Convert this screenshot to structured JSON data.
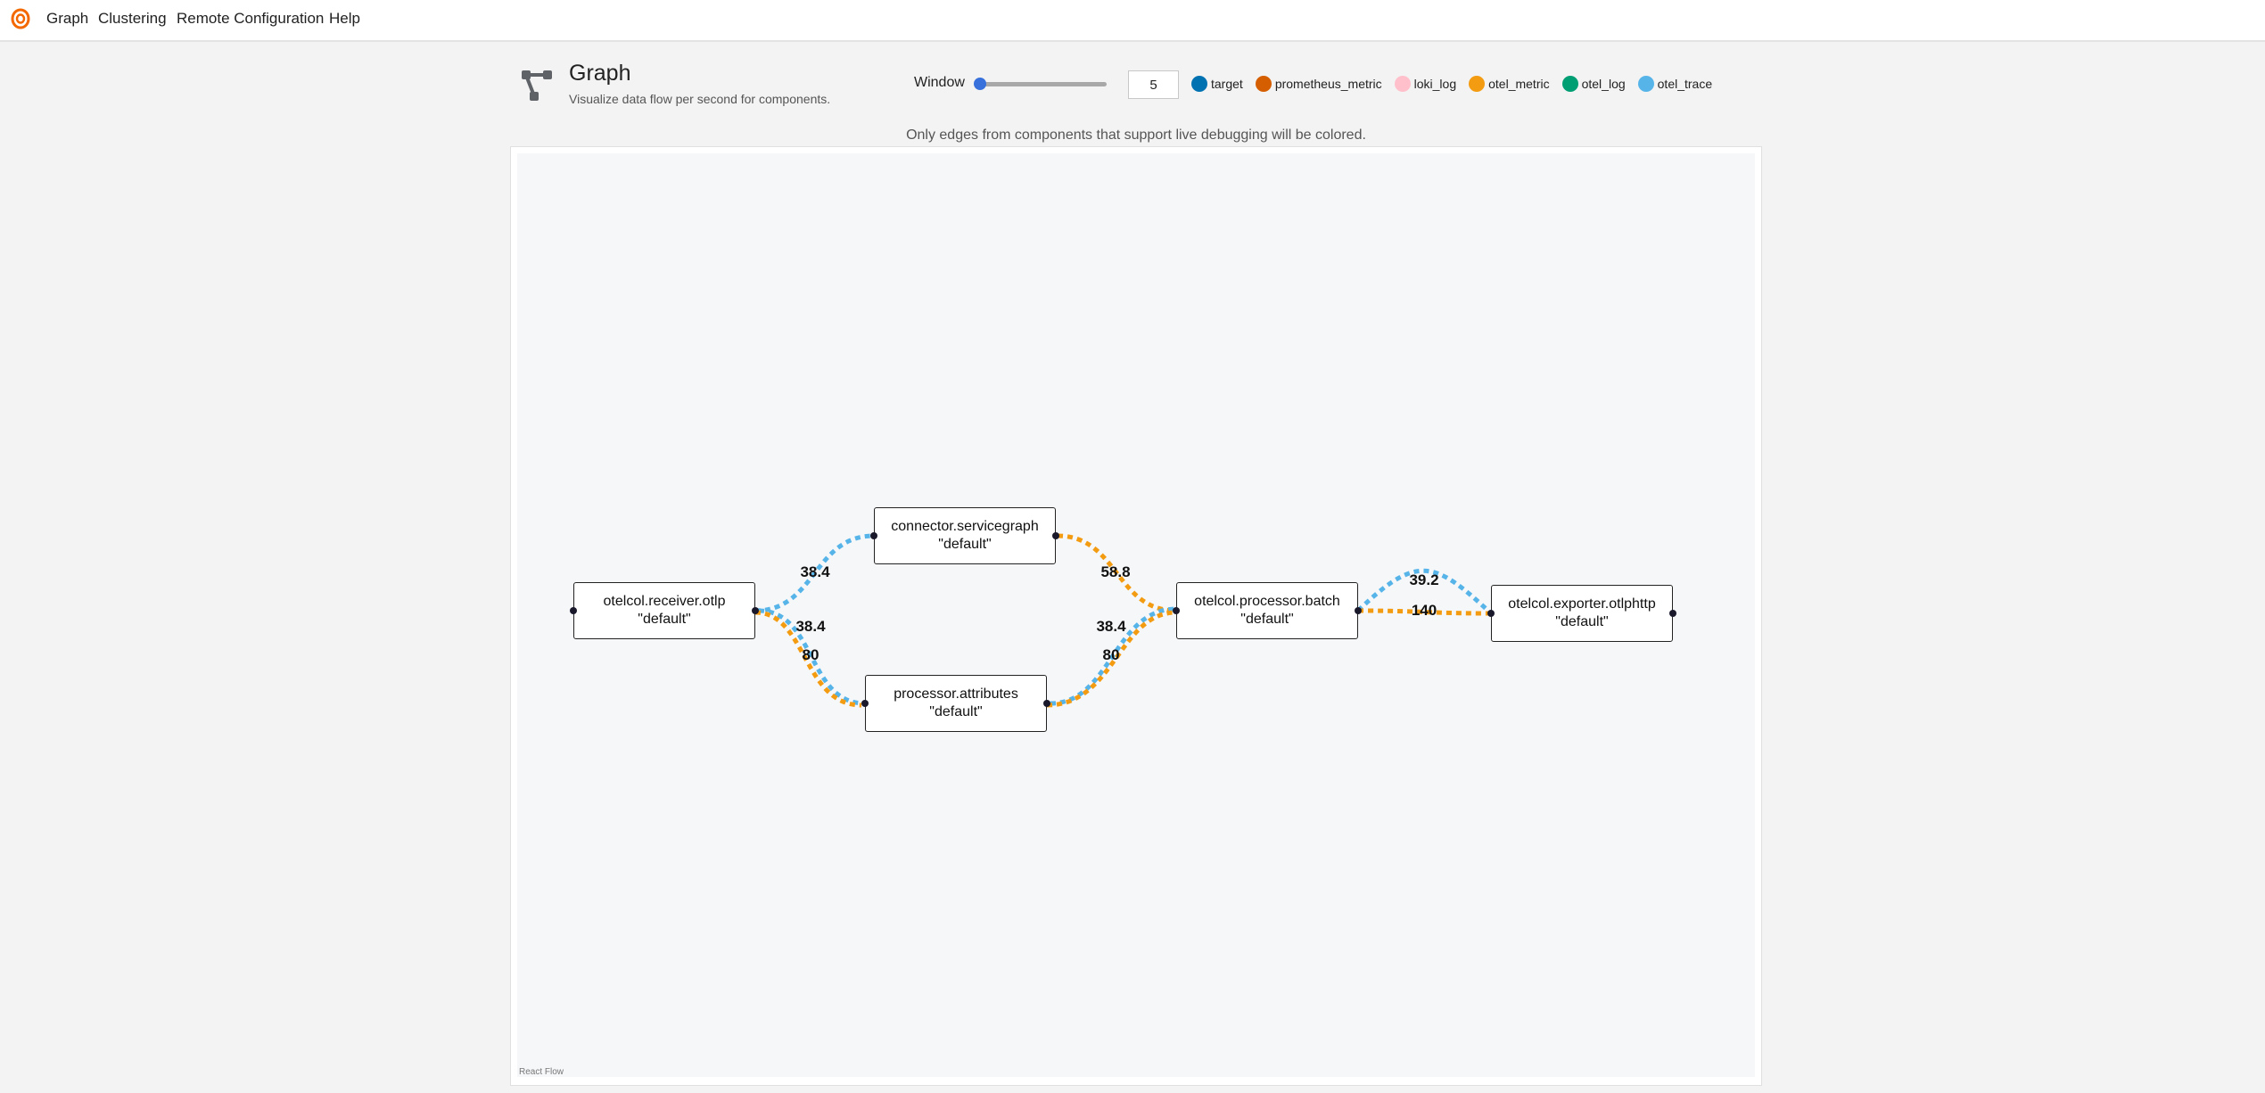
{
  "nav": {
    "items": [
      "Graph",
      "Clustering",
      "Remote Configuration",
      "Help"
    ]
  },
  "header": {
    "icon": "graph-icon",
    "title": "Graph",
    "subtitle": "Visualize data flow per second for components."
  },
  "window": {
    "label": "Window",
    "value": "5",
    "slider_fraction": 0.0
  },
  "legend": [
    {
      "label": "target",
      "color": "#0072b2"
    },
    {
      "label": "prometheus_metric",
      "color": "#d55e00"
    },
    {
      "label": "loki_log",
      "color": "#ffc0cb"
    },
    {
      "label": "otel_metric",
      "color": "#f39c12"
    },
    {
      "label": "otel_log",
      "color": "#009e73"
    },
    {
      "label": "otel_trace",
      "color": "#56b4e9"
    }
  ],
  "note": "Only edges from components that support live debugging will be colored.",
  "attribution": "React Flow",
  "nodes": {
    "receiver": {
      "name": "otelcol.receiver.otlp",
      "label": "\"default\""
    },
    "connector": {
      "name": "connector.servicegraph",
      "label": "\"default\""
    },
    "attributes": {
      "name": "processor.attributes",
      "label": "\"default\""
    },
    "batch": {
      "name": "otelcol.processor.batch",
      "label": "\"default\""
    },
    "exporter": {
      "name": "otelcol.exporter.otlphttp",
      "label": "\"default\""
    }
  },
  "edges": [
    {
      "from": "receiver",
      "to": "connector",
      "type": "otel_trace",
      "value": "38.4"
    },
    {
      "from": "receiver",
      "to": "attributes",
      "type": "otel_trace",
      "value": "38.4"
    },
    {
      "from": "receiver",
      "to": "attributes",
      "type": "otel_metric",
      "value": "80"
    },
    {
      "from": "connector",
      "to": "batch",
      "type": "otel_metric",
      "value": "58.8"
    },
    {
      "from": "attributes",
      "to": "batch",
      "type": "otel_trace",
      "value": "38.4"
    },
    {
      "from": "attributes",
      "to": "batch",
      "type": "otel_metric",
      "value": "80"
    },
    {
      "from": "batch",
      "to": "exporter",
      "type": "otel_trace",
      "value": "39.2"
    },
    {
      "from": "batch",
      "to": "exporter",
      "type": "otel_metric",
      "value": "140"
    }
  ]
}
